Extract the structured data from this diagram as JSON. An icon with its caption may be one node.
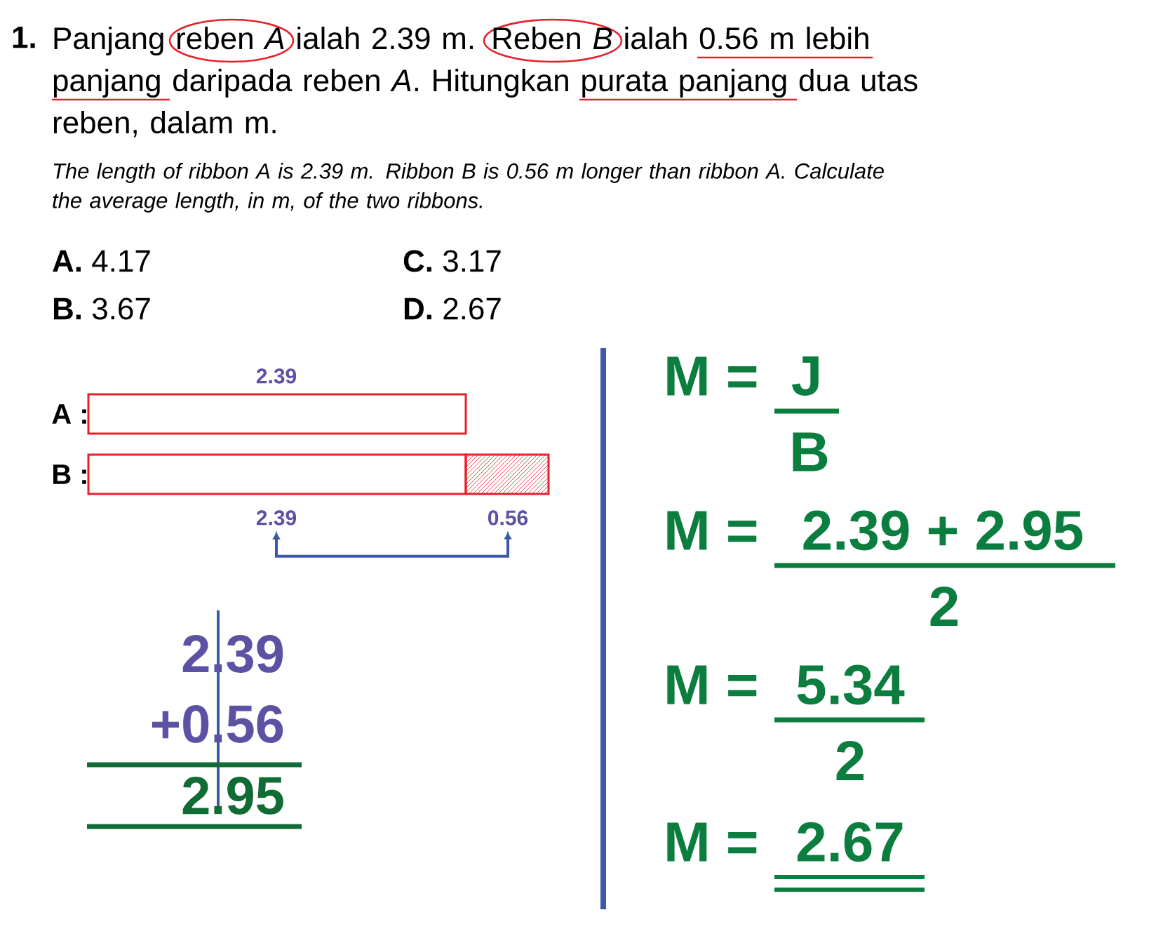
{
  "diagram": {
    "nodes": [
      {
        "text": [],
        "shape": "bar",
        "beside": [
          "A :",
          "2.39"
        ]
      },
      {
        "text": [],
        "shape": "bar",
        "beside": [
          "B :"
        ]
      },
      {
        "text": [
          "2.39"
        ]
      },
      {
        "text": [
          "0.56"
        ]
      },
      {
        "text": [],
        "shape": "circle"
      },
      {
        "text": [],
        "shape": "circle"
      }
    ],
    "edges": [
      {
        "from": 2,
        "to": 3,
        "arrow": "both"
      }
    ],
    "labels": [
      "1.",
      "Panjang reben *A* ialah 2.39 m. Reben *B* ialah 0.56 m lebih panjang daripada reben *A*. Hitungkan purata panjang dua utas reben, dalam m.",
      "The length of ribbon A is 2.39 m. Ribbon B is 0.56 m longer than ribbon A. Calculate the average length, in m, of the two ribbons.",
      "**A.** 4.17",
      "**C.** 3.17",
      "**B.** 3.67",
      "**D.** 2.67",
      "M =",
      "J",
      "B",
      "M =",
      "2.39 + 2.95",
      "2",
      "M =",
      "5.34",
      "2",
      "M =",
      "2.67",
      "2.39",
      "+0.56",
      "2.95"
    ]
  }
}
